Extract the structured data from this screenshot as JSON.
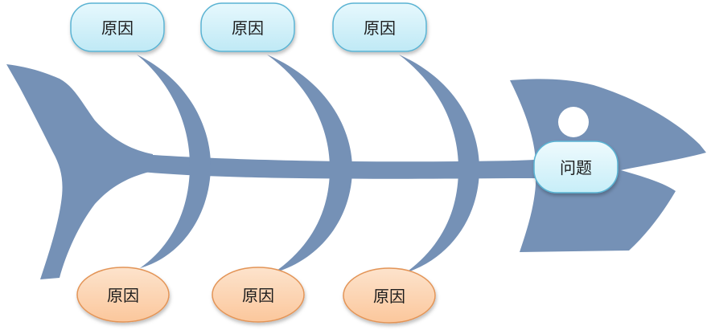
{
  "diagram": {
    "type": "fishbone",
    "problem": {
      "label": "问题"
    },
    "causes_top": [
      {
        "label": "原因"
      },
      {
        "label": "原因"
      },
      {
        "label": "原因"
      }
    ],
    "causes_bottom": [
      {
        "label": "原因"
      },
      {
        "label": "原因"
      },
      {
        "label": "原因"
      }
    ],
    "colors": {
      "fish_body": "#7591b6",
      "cause_top_fill": "#bfe9f5",
      "cause_top_stroke": "#5ab3d3",
      "cause_bottom_fill": "#fbc79c",
      "cause_bottom_stroke": "#e39457",
      "problem_fill": "#c7eef8",
      "problem_stroke": "#5ab3d3",
      "eye": "#ffffff"
    }
  }
}
